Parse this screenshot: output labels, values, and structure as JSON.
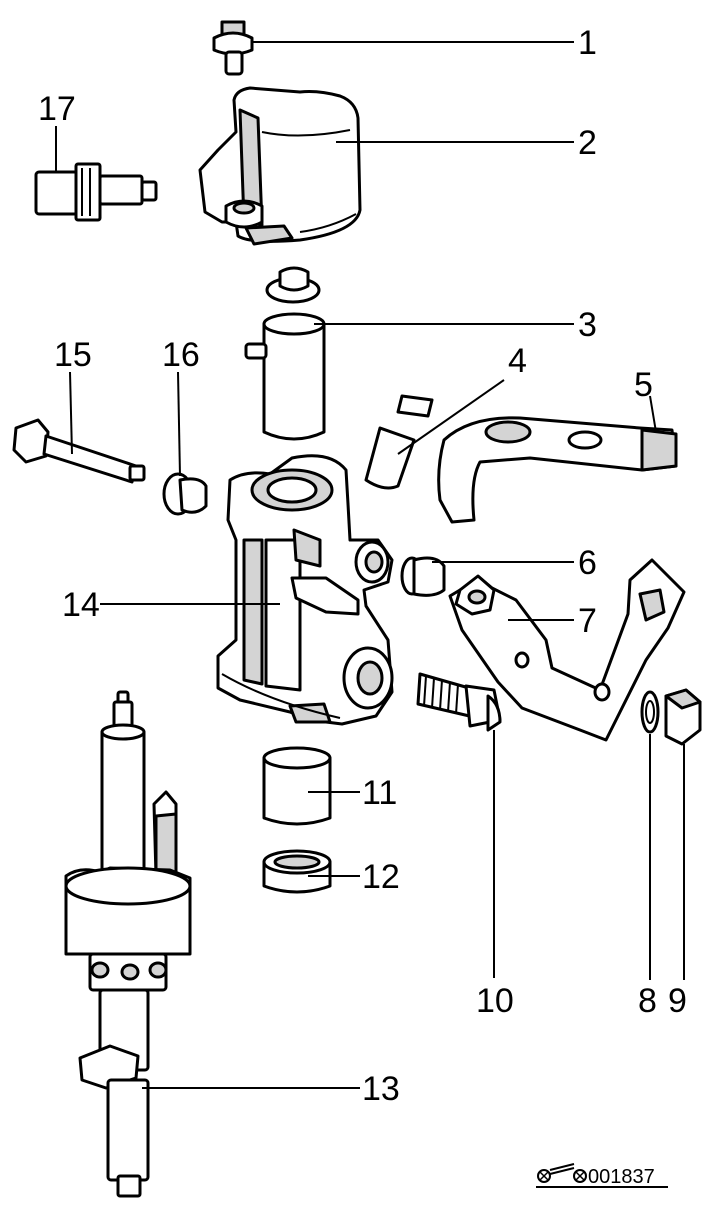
{
  "callouts": [
    "1",
    "2",
    "3",
    "4",
    "5",
    "6",
    "7",
    "8",
    "9",
    "10",
    "11",
    "12",
    "13",
    "14",
    "15",
    "16",
    "17"
  ],
  "reference_code": "001837",
  "icons": [
    "publisher-logo-icon"
  ],
  "colors": {
    "ink": "#000000",
    "paper": "#ffffff",
    "shade": "#d4d4d4"
  }
}
